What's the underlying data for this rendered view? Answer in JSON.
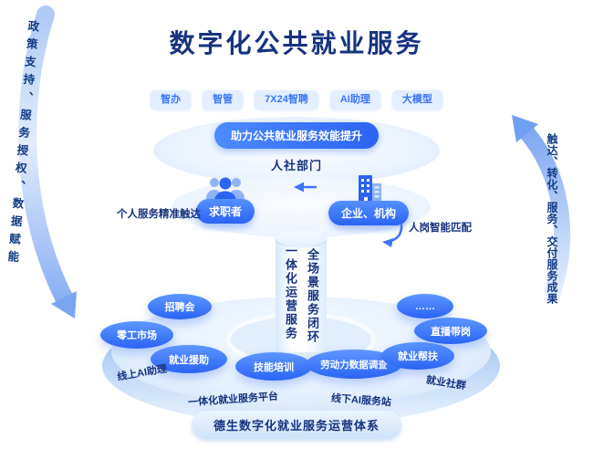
{
  "title": "数字化公共就业服务",
  "capability_pills": [
    "智办",
    "智管",
    "7X24智聘",
    "AI助理",
    "大模型"
  ],
  "top_platform": {
    "banner": "助力公共就业服务效能提升",
    "department": "人社部门"
  },
  "actors": {
    "job_seeker": "求职者",
    "enterprise": "企业、机构",
    "left_caption": "个人服务精准触达",
    "right_caption": "人岗智能匹配"
  },
  "pillar": {
    "left_text": "一体化运营服务",
    "right_text": "全场景服务闭环"
  },
  "service_bubbles": [
    "招聘会",
    "零工市场",
    "就业援助",
    "技能培训",
    "劳动力数据调查",
    "就业帮扶",
    "直播带岗",
    "……"
  ],
  "platform_rings": {
    "online_ai": "线上AI助理",
    "platform": "一体化就业服务平台",
    "offline_ai": "线下AI服务站",
    "community": "就业社群"
  },
  "base_label": "德生数字化就业服务运营体系",
  "side_arrows": {
    "left_text": "政策支持、服务授权、数据赋能",
    "right_text": "触达、转化、服务、交付服务成果"
  },
  "icons": {
    "job_seeker_icon": "people-group-icon",
    "enterprise_icon": "building-icon",
    "flow_left_icon": "chevron-left-arrow-icon",
    "flow_down_icon": "curved-down-arrow-icon",
    "side_left_icon": "curved-flow-arrow-down-icon",
    "side_right_icon": "curved-flow-arrow-up-icon"
  },
  "colors": {
    "title_navy": "#16337F",
    "accent_blue": "#2C63F3",
    "pill_bg": "#E3EEFF",
    "pill_text": "#3A76F6",
    "platform_light": "#E6F1FD",
    "platform_band": "#A6C9F4",
    "bubble_gradient_top": "#5E97FF",
    "white": "#FFFFFF"
  }
}
